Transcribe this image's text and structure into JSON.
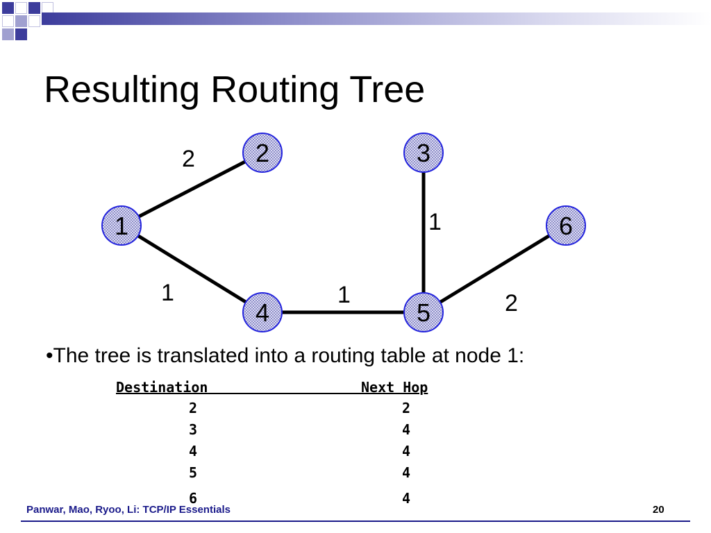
{
  "slide": {
    "title": "Resulting Routing Tree",
    "bullet": "•The tree is translated into a routing table at node 1:",
    "footer": "Panwar, Mao, Ryoo, Li: TCP/IP Essentials",
    "page_number": "20"
  },
  "colors": {
    "accent": "#3c3c9c",
    "header_bar": "#a0a0d0",
    "node_fill": "#c8c8ec",
    "node_stroke": "#2222dd",
    "footer_text": "#1a1a8a"
  },
  "tree": {
    "nodes": [
      {
        "id": "1",
        "label": "1"
      },
      {
        "id": "2",
        "label": "2"
      },
      {
        "id": "3",
        "label": "3"
      },
      {
        "id": "4",
        "label": "4"
      },
      {
        "id": "5",
        "label": "5"
      },
      {
        "id": "6",
        "label": "6"
      }
    ],
    "edges": [
      {
        "from": "1",
        "to": "2",
        "cost": "2"
      },
      {
        "from": "1",
        "to": "4",
        "cost": "1"
      },
      {
        "from": "4",
        "to": "5",
        "cost": "1"
      },
      {
        "from": "3",
        "to": "5",
        "cost": "1"
      },
      {
        "from": "5",
        "to": "6",
        "cost": "2"
      }
    ]
  },
  "routing_table": {
    "headers": [
      "Destination",
      "Next Hop"
    ],
    "rows": [
      {
        "destination": "2",
        "next_hop": "2"
      },
      {
        "destination": "3",
        "next_hop": "4"
      },
      {
        "destination": "4",
        "next_hop": "4"
      },
      {
        "destination": "5",
        "next_hop": "4"
      },
      {
        "destination": "6",
        "next_hop": "4"
      }
    ]
  }
}
